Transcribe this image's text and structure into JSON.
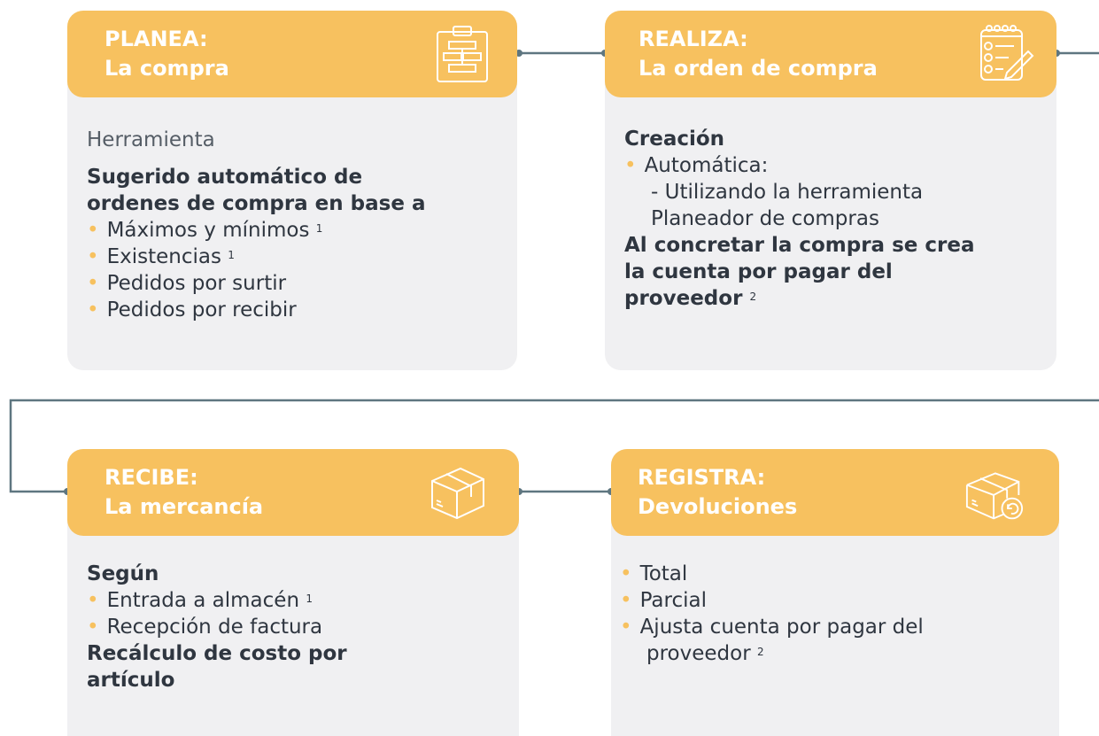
{
  "colors": {
    "accent": "#f7c15f",
    "card_bg": "#f0f0f2",
    "connector": "#5e7680",
    "text": "#2f3640"
  },
  "steps": [
    {
      "title": "PLANEA:",
      "subtitle": "La compra",
      "icon": "clipboard-icon",
      "lines": [
        {
          "text": "Herramienta",
          "kind": "muted"
        },
        {
          "text": "Sugerido automático de",
          "kind": "bold"
        },
        {
          "text": "ordenes de compra en base a",
          "kind": "bold"
        },
        {
          "text": "Máximos y mínimos",
          "kind": "bullet",
          "sup": "1"
        },
        {
          "text": "Existencias",
          "kind": "bullet",
          "sup": "1"
        },
        {
          "text": "Pedidos por surtir",
          "kind": "bullet"
        },
        {
          "text": "Pedidos por recibir",
          "kind": "bullet"
        }
      ]
    },
    {
      "title": "REALIZA:",
      "subtitle": "La orden de compra",
      "icon": "checklist-icon",
      "lines": [
        {
          "text": "Creación",
          "kind": "bold"
        },
        {
          "text": "Automática:",
          "kind": "bullet"
        },
        {
          "text": "- Utilizando la herramienta",
          "kind": "indent"
        },
        {
          "text": "Planeador de compras",
          "kind": "indent"
        },
        {
          "text": "Al concretar la compra se crea",
          "kind": "bold"
        },
        {
          "text": "la cuenta por pagar del",
          "kind": "bold"
        },
        {
          "text": "proveedor",
          "kind": "bold",
          "sup": "2"
        }
      ]
    },
    {
      "title": "RECIBE:",
      "subtitle": "La mercancía",
      "icon": "box-icon",
      "lines": [
        {
          "text": "Según",
          "kind": "bold"
        },
        {
          "text": "Entrada a almacén",
          "kind": "bullet",
          "sup": "1"
        },
        {
          "text": "Recepción de factura",
          "kind": "bullet"
        },
        {
          "text": "Recálculo de costo por",
          "kind": "bold"
        },
        {
          "text": "artículo",
          "kind": "bold"
        }
      ]
    },
    {
      "title": "REGISTRA:",
      "subtitle": "Devoluciones",
      "icon": "box-return-icon",
      "lines": [
        {
          "text": "Total",
          "kind": "bullet"
        },
        {
          "text": "Parcial",
          "kind": "bullet"
        },
        {
          "text": "Ajusta cuenta por pagar del",
          "kind": "bullet"
        },
        {
          "text": "proveedor",
          "kind": "indent",
          "sup": "2"
        }
      ]
    }
  ]
}
